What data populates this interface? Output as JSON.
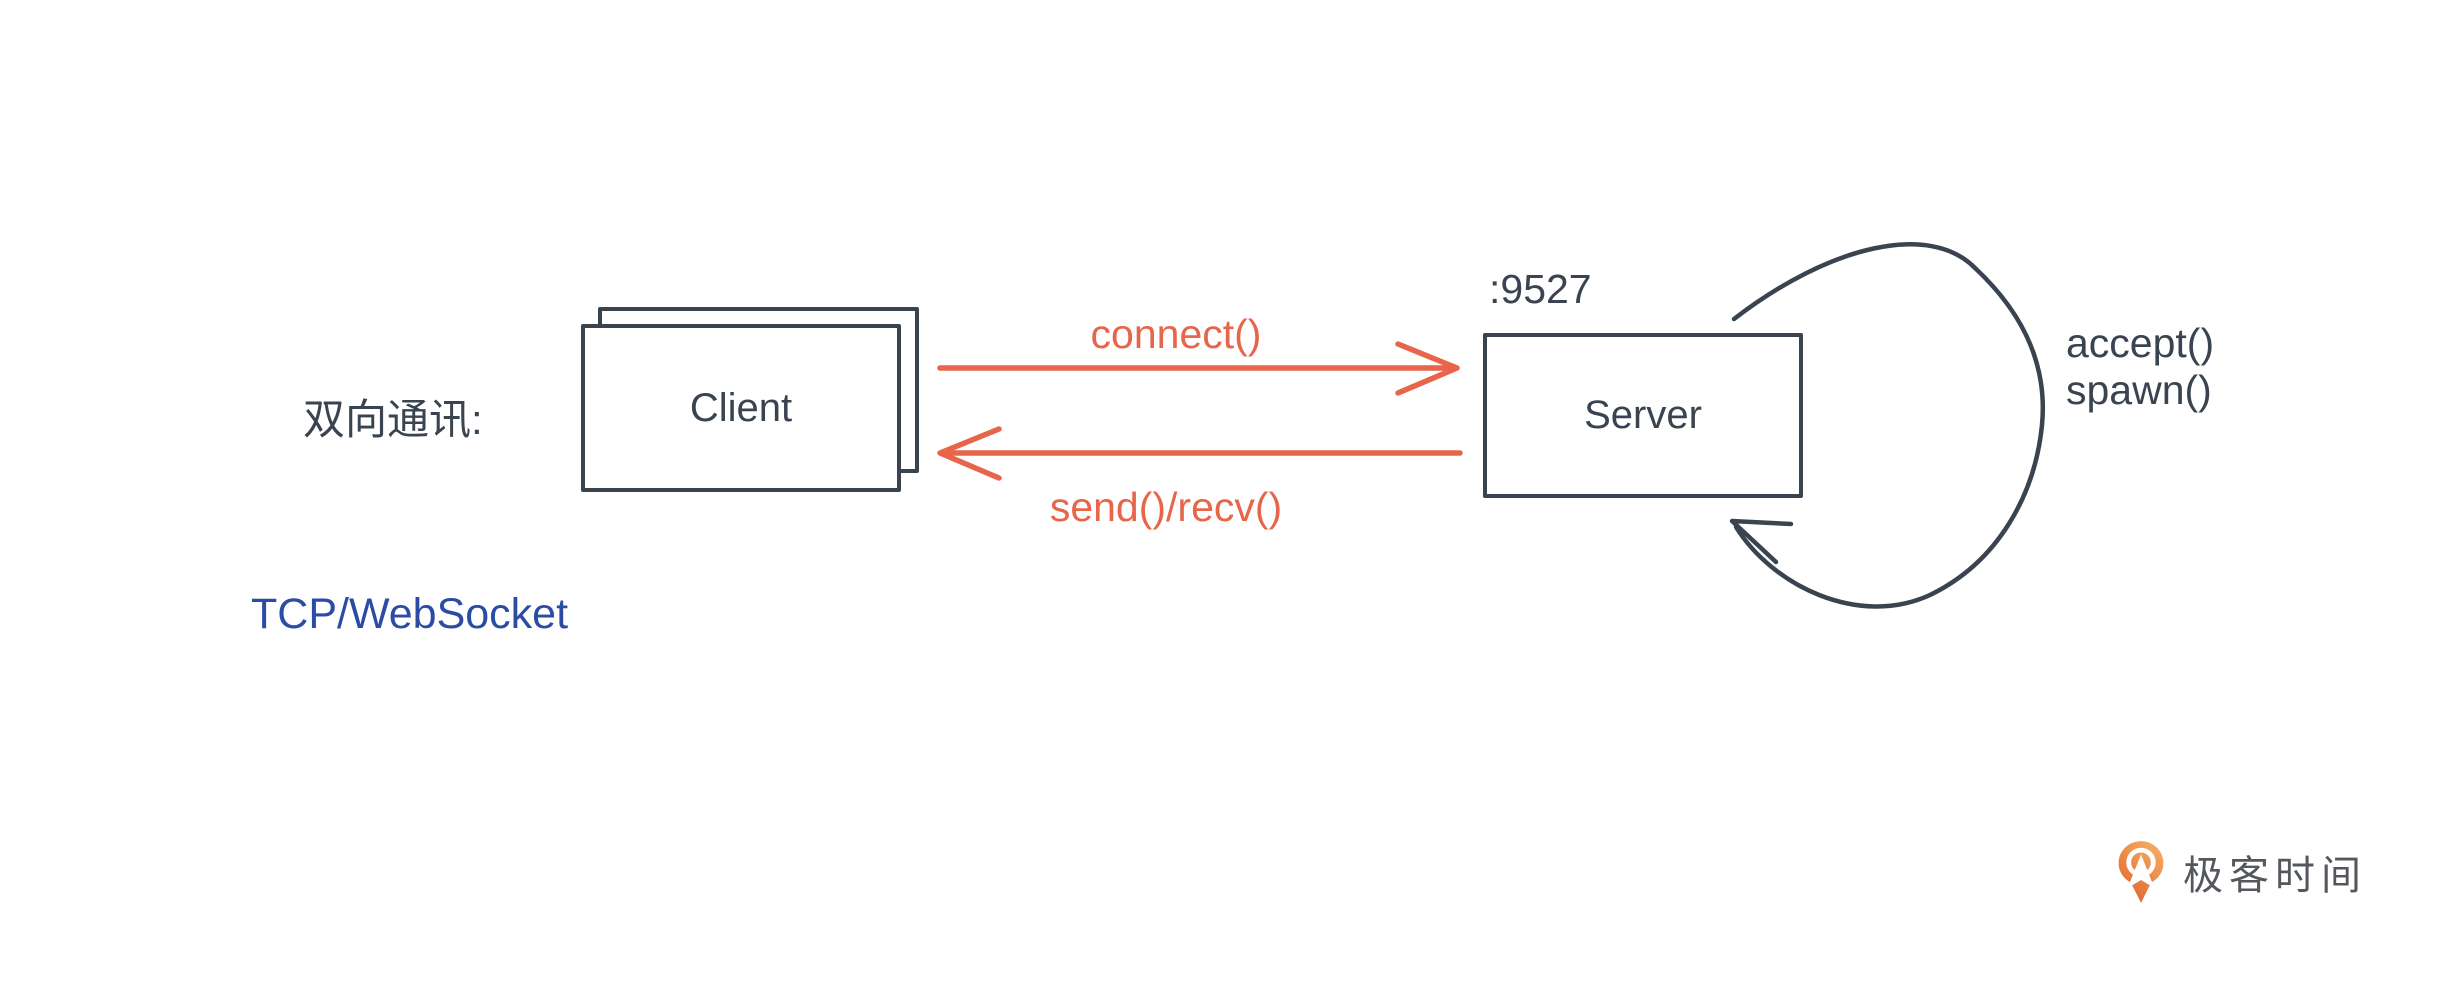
{
  "diagram": {
    "heading": "双向通讯:",
    "protocol": "TCP/WebSocket",
    "client": "Client",
    "server": "Server",
    "port": ":9527",
    "connect": "connect()",
    "send_recv": "send()/recv()",
    "accept": "accept()",
    "spawn": "spawn()"
  },
  "logo": {
    "text": "极客时间"
  },
  "colors": {
    "stroke": "#3a4450",
    "accent": "#e7654a",
    "blue": "#2b4ca4",
    "logo_orange_light": "#f5ad66",
    "logo_orange_dark": "#e06428",
    "logo_text": "#54575d",
    "background": "#ffffff"
  }
}
